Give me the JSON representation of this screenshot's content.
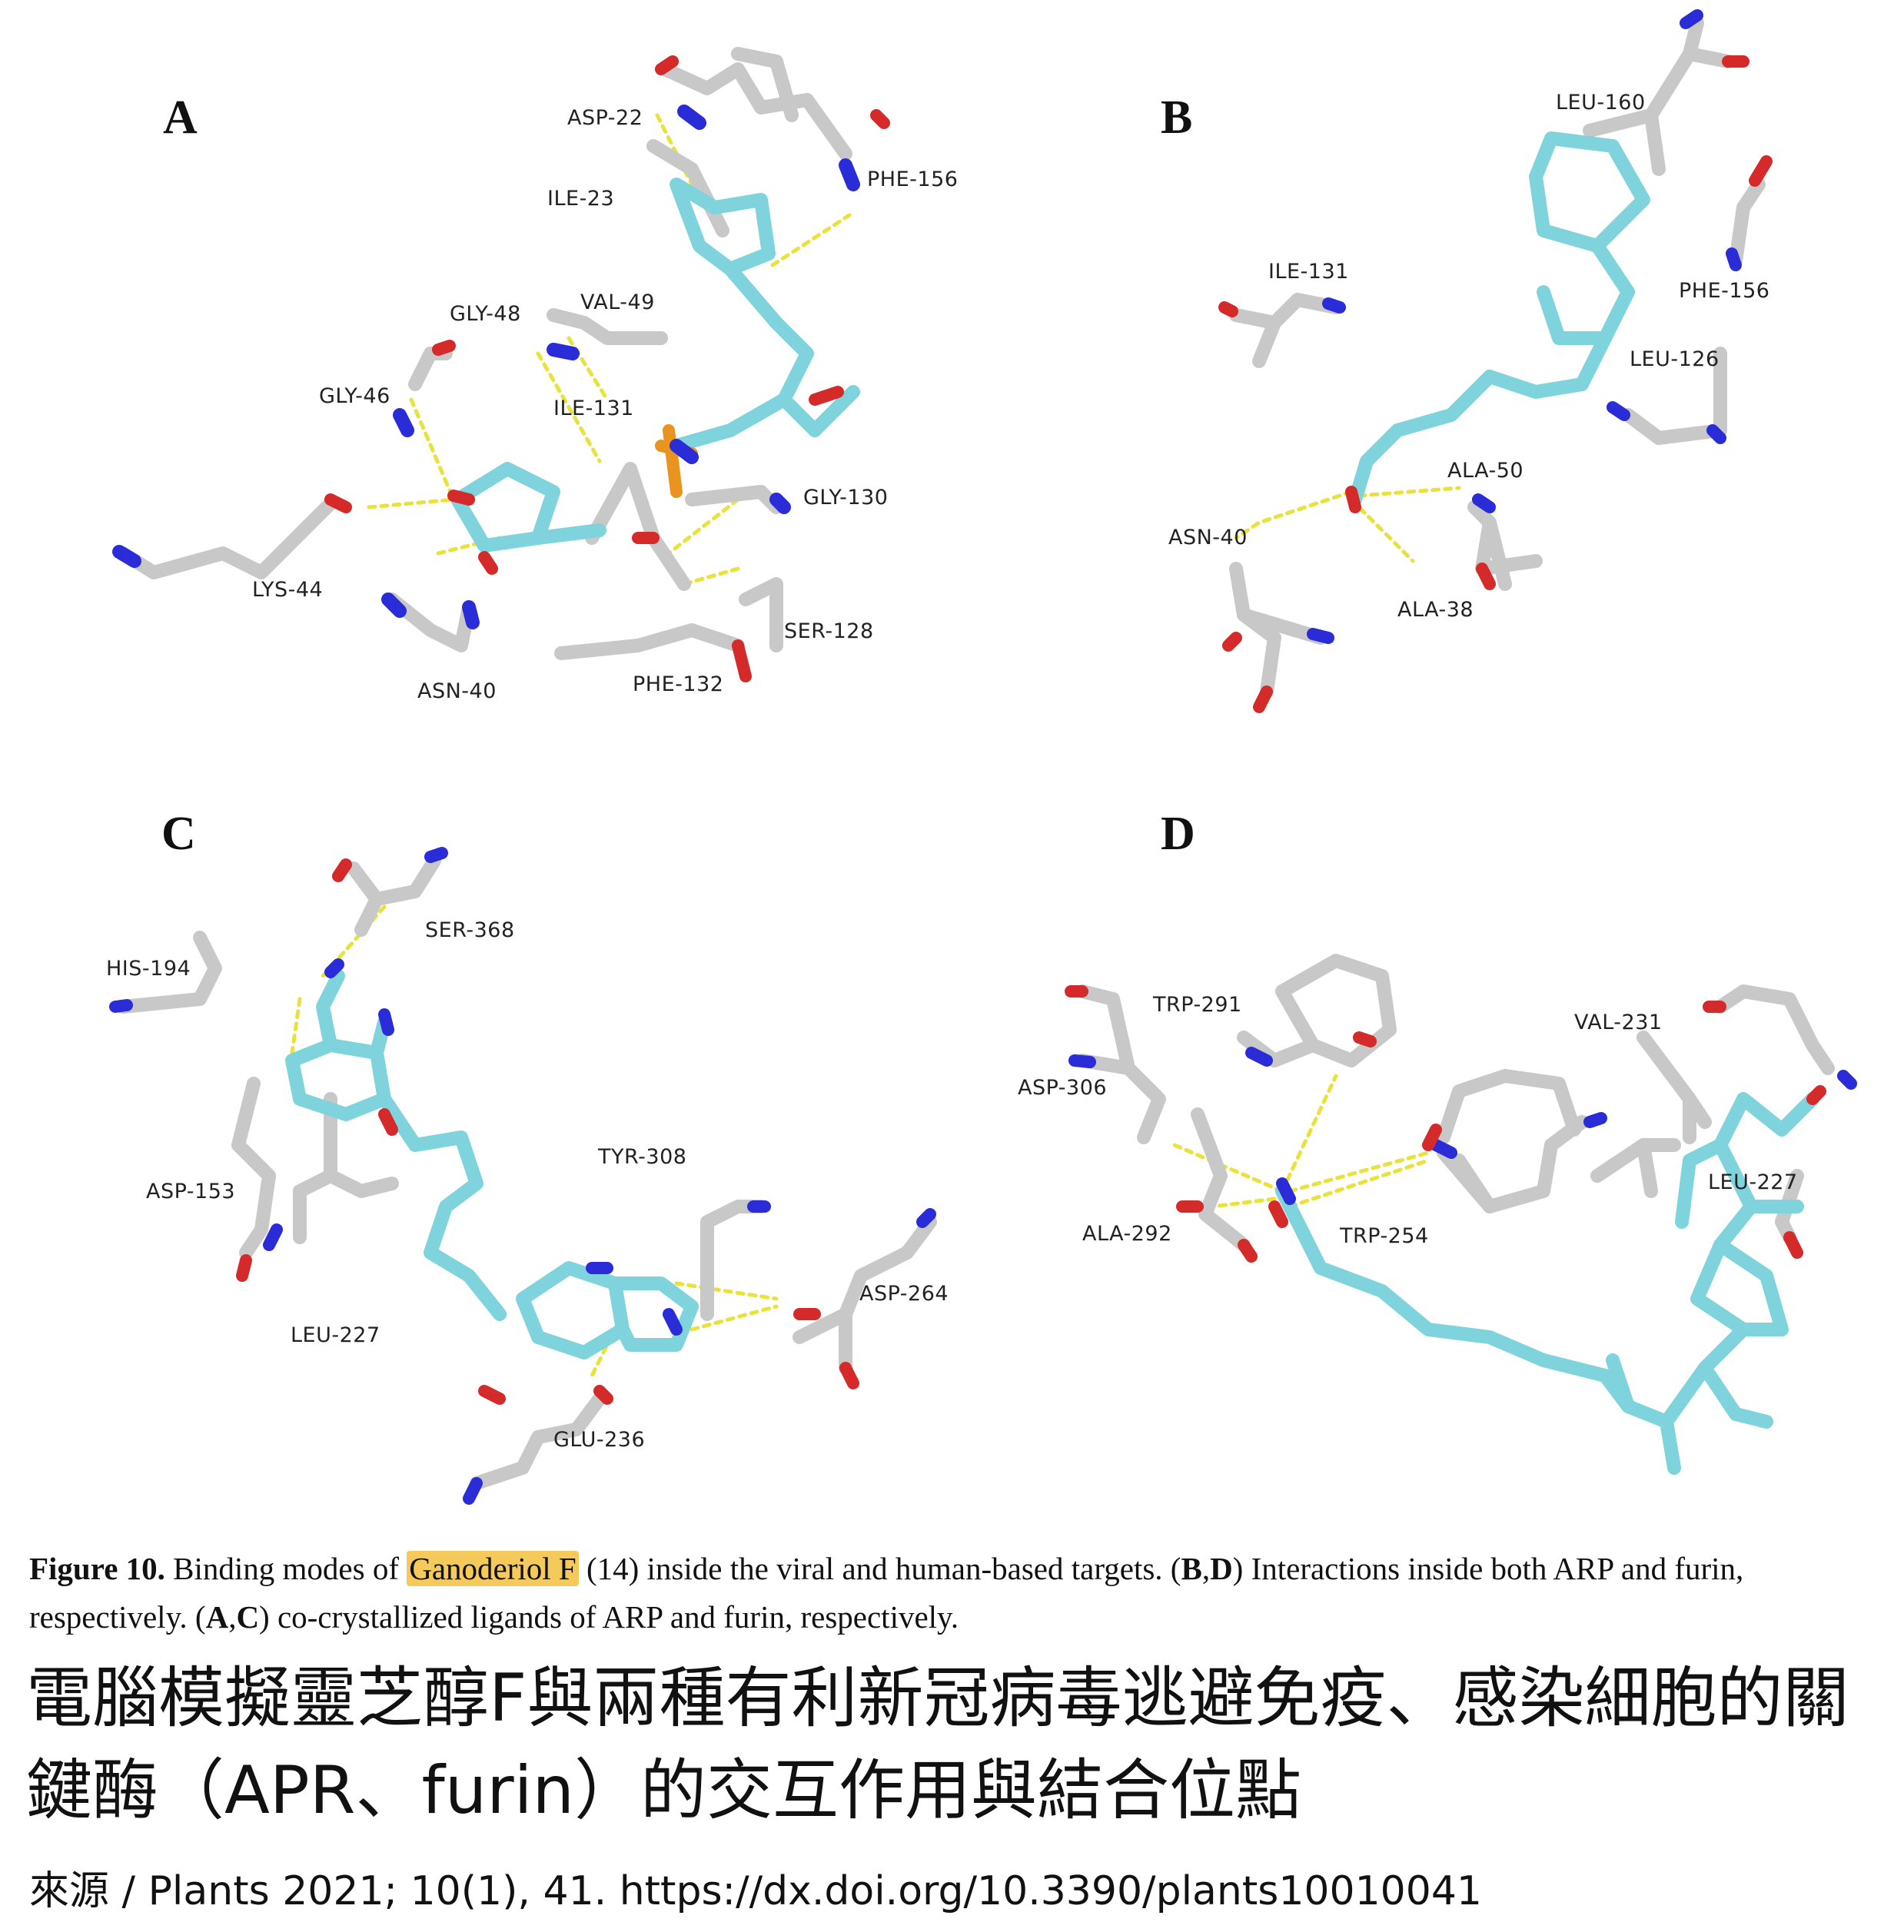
{
  "panels": [
    {
      "id": "A",
      "label": "A",
      "residues": [
        "ASP-22",
        "ILE-23",
        "PHE-156",
        "GLY-48",
        "VAL-49",
        "GLY-46",
        "ILE-131",
        "GLY-130",
        "LYS-44",
        "SER-128",
        "ASN-40",
        "PHE-132"
      ]
    },
    {
      "id": "B",
      "label": "B",
      "residues": [
        "LEU-160",
        "ILE-131",
        "PHE-156",
        "LEU-126",
        "ALA-50",
        "ASN-40",
        "ALA-38"
      ]
    },
    {
      "id": "C",
      "label": "C",
      "residues": [
        "SER-368",
        "HIS-194",
        "TYR-308",
        "ASP-153",
        "ASP-264",
        "LEU-227",
        "GLU-236"
      ]
    },
    {
      "id": "D",
      "label": "D",
      "residues": [
        "TRP-291",
        "VAL-231",
        "ASP-306",
        "LEU-227",
        "ALA-292",
        "TRP-254"
      ]
    }
  ],
  "caption": {
    "fig": "Figure 10.",
    "t1": " Binding modes of ",
    "compound": "Ganoderiol F",
    "t2": " (14) inside the viral and human-based targets. (",
    "b1": "B",
    "c1": ",",
    "b2": "D",
    "t3": ") Interactions inside both ARP and furin, respectively. (",
    "b3": "A",
    "c2": ",",
    "b4": "C",
    "t4": ") co-crystallized ligands of ARP and furin, respectively."
  },
  "zh_title": "電腦模擬靈芝醇F與兩種有利新冠病毒逃避免疫、感染細胞的關鍵酶（APR、furin）的交互作用與結合位點",
  "zh_source": "來源 / Plants 2021; 10(1), 41. https://dx.doi.org/10.3390/plants10010041",
  "colors": {
    "ligand": "#7fd3dc",
    "residue": "#c8c8c8",
    "nitrogen": "#2a2cd8",
    "oxygen": "#d42a2a",
    "phosphorus": "#e8941e",
    "hbond": "#e8e23a"
  }
}
